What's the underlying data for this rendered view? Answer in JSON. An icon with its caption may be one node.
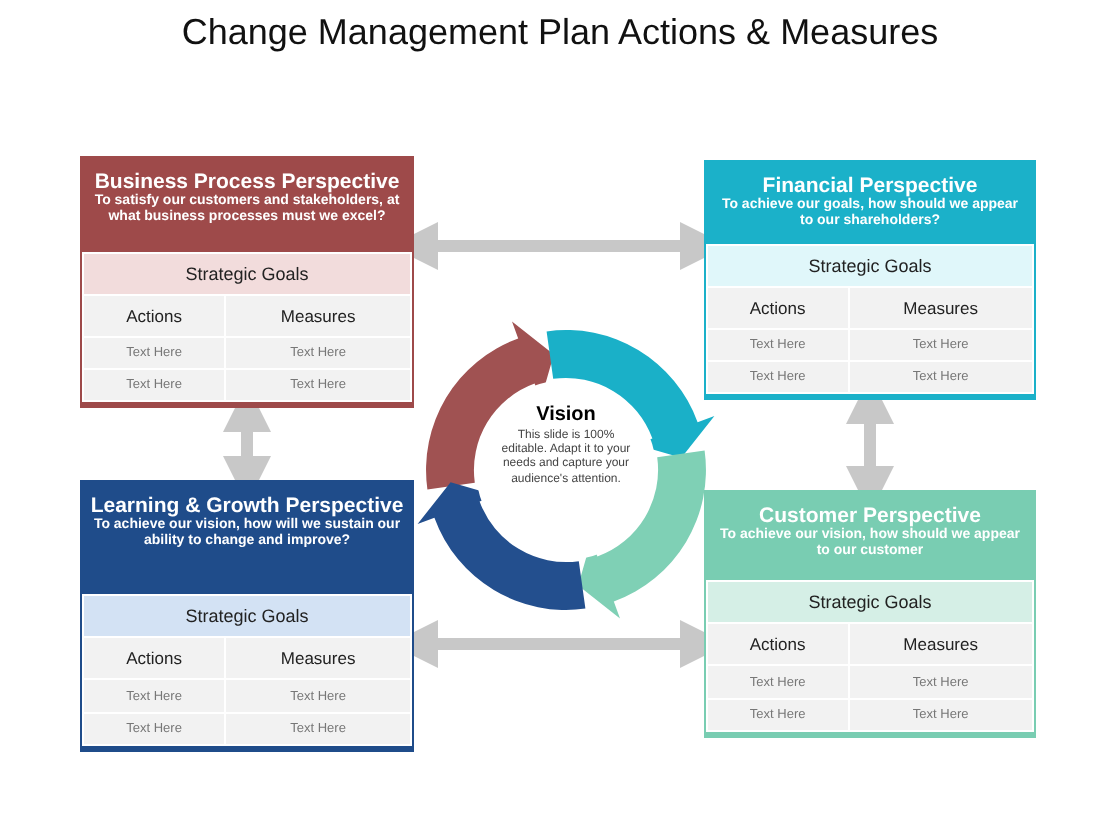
{
  "diagram": {
    "title": "Change Management Plan Actions & Measures",
    "nodes": [
      {
        "text": [
          "Business Process Perspective",
          "To satisfy our customers and stakeholders, at what business processes must we excel?"
        ]
      },
      {
        "text": [
          "Strategic Goals",
          "Actions",
          "Measures",
          "Text Here",
          "Text Here",
          "Text Here",
          "Text Here"
        ],
        "in": 0
      },
      {
        "text": [
          "Financial Perspective",
          "To achieve our goals, how should we appear to our shareholders?"
        ]
      },
      {
        "text": [
          "Strategic Goals",
          "Actions",
          "Measures",
          "Text Here",
          "Text Here",
          "Text Here",
          "Text Here"
        ],
        "in": 2
      },
      {
        "text": [
          "Vision",
          "This slide is 100% editable. Adapt it to your needs and capture your audience's attention."
        ]
      },
      {
        "text": [
          "Learning & Growth Perspective",
          "To achieve our vision, how will we sustain our ability to change and improve?"
        ]
      },
      {
        "text": [
          "Strategic Goals",
          "Actions",
          "Measures",
          "Text Here",
          "Text Here",
          "Text Here",
          "Text Here"
        ],
        "in": 5
      },
      {
        "text": [
          "Customer Perspective",
          "To achieve our vision, how should we appear to our customer"
        ]
      },
      {
        "text": [
          "Strategic Goals",
          "Actions",
          "Measures",
          "Text Here",
          "Text Here",
          "Text Here",
          "Text Here"
        ],
        "in": 7
      }
    ],
    "edges": [
      {
        "from": 0,
        "to": 2,
        "arrow": "both"
      },
      {
        "from": 0,
        "to": 5,
        "arrow": "both"
      },
      {
        "from": 2,
        "to": 7,
        "arrow": "both"
      },
      {
        "from": 5,
        "to": 7,
        "arrow": "both"
      }
    ]
  }
}
